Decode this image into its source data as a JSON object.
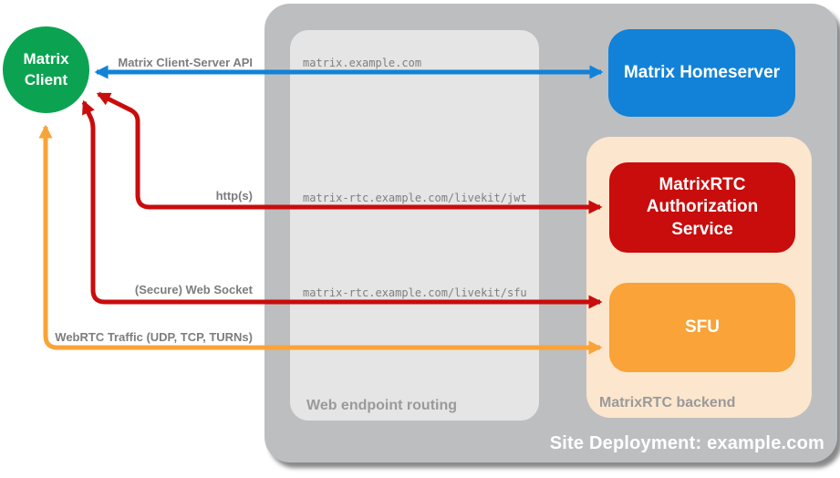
{
  "diagram": {
    "title": "Site Deployment: example.com",
    "client": {
      "label": "Matrix Client"
    },
    "routing": {
      "label": "Web endpoint routing"
    },
    "backend": {
      "label": "MatrixRTC backend"
    },
    "nodes": {
      "homeserver": {
        "label": "Matrix Homeserver"
      },
      "auth": {
        "label": "MatrixRTC Authorization Service"
      },
      "sfu": {
        "label": "SFU"
      }
    },
    "connections": [
      {
        "id": "client-server-api",
        "label": "Matrix Client-Server API",
        "endpoint": "matrix.example.com",
        "from": "Matrix Client",
        "to": "Matrix Homeserver",
        "color": "#1182d8"
      },
      {
        "id": "https-jwt",
        "label": "http(s)",
        "endpoint": "matrix-rtc.example.com/livekit/jwt",
        "from": "Matrix Client",
        "to": "MatrixRTC Authorization Service",
        "color": "#c90c0c"
      },
      {
        "id": "websocket-sfu",
        "label": "(Secure) Web Socket",
        "endpoint": "matrix-rtc.example.com/livekit/sfu",
        "from": "Matrix Client",
        "to": "SFU",
        "color": "#c90c0c"
      },
      {
        "id": "webrtc-traffic",
        "label": "WebRTC Traffic (UDP, TCP, TURNs)",
        "endpoint": "",
        "from": "Matrix Client",
        "to": "SFU",
        "color": "#f9a338"
      }
    ],
    "colors": {
      "client_green": "#0ba351",
      "homeserver_blue": "#1182d8",
      "auth_red": "#c90c0c",
      "sfu_orange": "#f9a338",
      "backend_peach": "#fce6ce",
      "deployment_gray": "#bdbec0",
      "routing_gray": "#e5e5e6",
      "label_gray": "#7d7d7d"
    }
  }
}
